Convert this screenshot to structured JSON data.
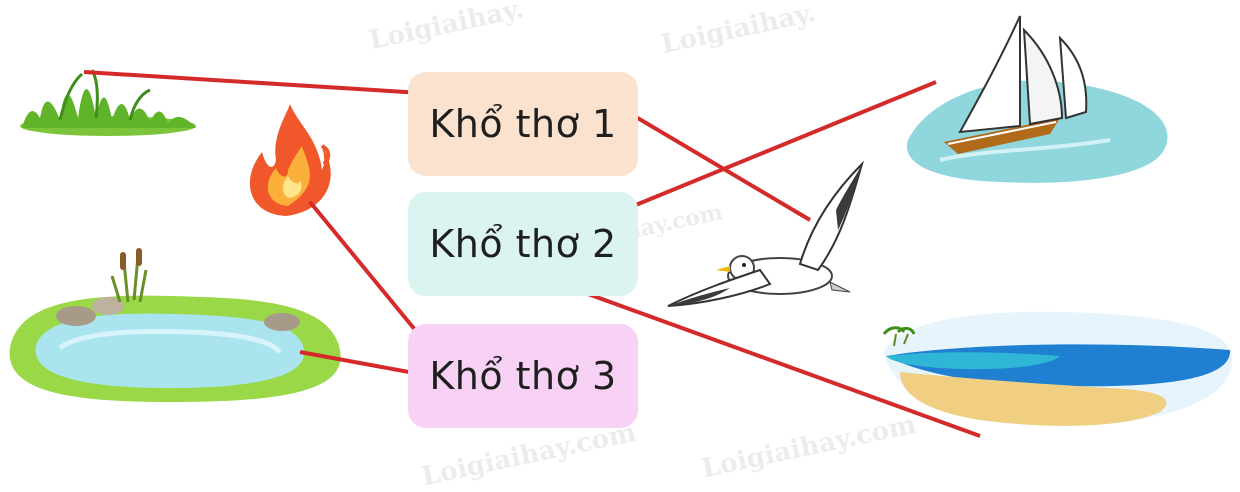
{
  "boxes": [
    {
      "label": "Khổ thơ 1",
      "color": "#fbe2cf"
    },
    {
      "label": "Khổ thơ 2",
      "color": "#dcf4f1"
    },
    {
      "label": "Khổ thơ 3",
      "color": "#f7d2f5"
    }
  ],
  "pictures": [
    "grass-picture",
    "fire-picture",
    "pond-picture",
    "sailboat-picture",
    "seagull-picture",
    "beach-picture"
  ],
  "watermarks": [
    "Loigiaihay.",
    "Loigiaihay.",
    "Loigiaihay.com",
    "Loigiaihay.com",
    "Loigiaihay.com"
  ],
  "line_color": "#d42a2a"
}
